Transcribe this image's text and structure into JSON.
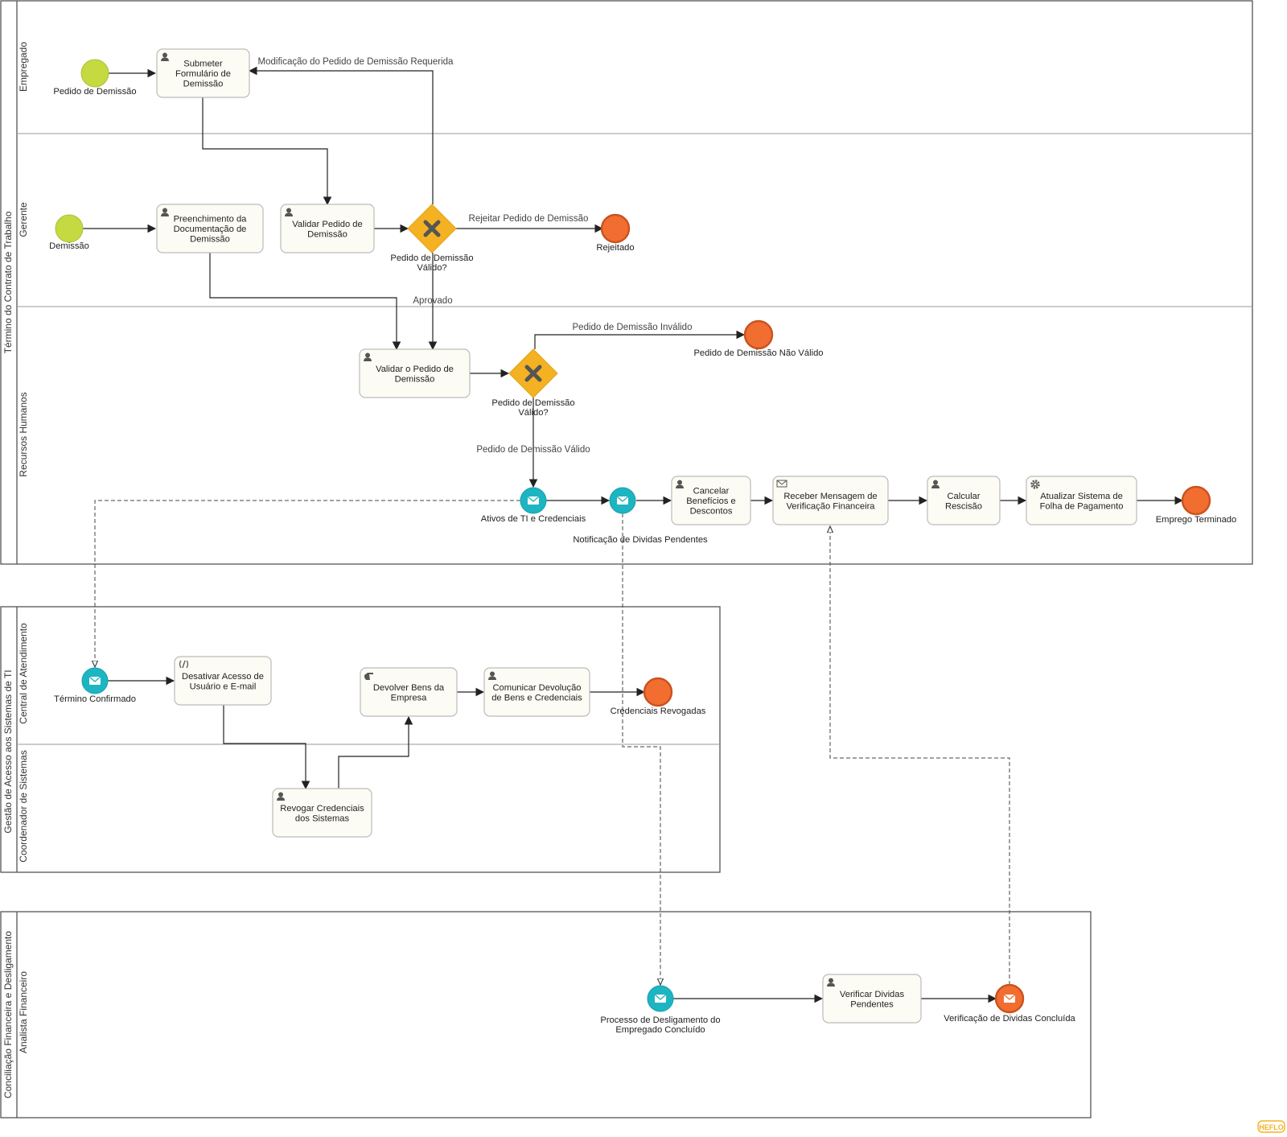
{
  "pools": {
    "termino": {
      "label": "Término do Contrato de Trabalho"
    },
    "gestao": {
      "label": "Gestão de Acesso aos Sistemas de TI"
    },
    "conciliacao": {
      "label": "Conciliação Financeira e Desligamento"
    }
  },
  "lanes": {
    "empregado": "Empregado",
    "gerente": "Gerente",
    "rh": "Recursos Humanos",
    "central": "Central de Atendimento",
    "coord": "Coordenador de Sistemas",
    "analista": "Analista Financeiro"
  },
  "events": {
    "pedido_demissao": {
      "label": [
        "Pedido de Demissão"
      ],
      "kind": "start"
    },
    "demissao": {
      "label": [
        "Demissão"
      ],
      "kind": "start"
    },
    "rejeitado": {
      "label": [
        "Rejeitado"
      ],
      "kind": "end"
    },
    "nao_valido": {
      "label": [
        "Pedido de Demissão Não Válido"
      ],
      "kind": "end"
    },
    "ativos_ti": {
      "label": [
        "Ativos de TI e Credenciais"
      ],
      "kind": "message-throw"
    },
    "notificacao": {
      "label": [
        "Notificação de Dividas Pendentes"
      ],
      "kind": "message-throw"
    },
    "emprego_terminado": {
      "label": [
        "Emprego Terminado"
      ],
      "kind": "end"
    },
    "termino_confirmado": {
      "label": [
        "Término Confirmado"
      ],
      "kind": "message-start"
    },
    "credenciais_revogadas": {
      "label": [
        "Credenciais Revogadas"
      ],
      "kind": "end"
    },
    "processo_concluido": {
      "label": [
        "Processo de Desligamento do",
        "Empregado Concluído"
      ],
      "kind": "message-start"
    },
    "verificacao_concluida": {
      "label": [
        "Verificação de Dividas Concluída"
      ],
      "kind": "message-end"
    }
  },
  "tasks": {
    "submeter": {
      "label": [
        "Submeter",
        "Formulário de",
        "Demissão"
      ],
      "icon": "user-icon"
    },
    "preenchimento": {
      "label": [
        "Preenchimento da",
        "Documentação de",
        "Demissão"
      ],
      "icon": "user-icon"
    },
    "validar_gerente": {
      "label": [
        "Validar Pedido de",
        "Demissão"
      ],
      "icon": "user-icon"
    },
    "validar_rh": {
      "label": [
        "Validar o Pedido de",
        "Demissão"
      ],
      "icon": "user-icon"
    },
    "cancelar": {
      "label": [
        "Cancelar",
        "Benefícios e",
        "Descontos"
      ],
      "icon": "user-icon"
    },
    "receber": {
      "label": [
        "Receber Mensagem de",
        "Verificação Financeira"
      ],
      "icon": "envelope-icon"
    },
    "calcular": {
      "label": [
        "Calcular",
        "Rescisão"
      ],
      "icon": "user-icon"
    },
    "atualizar": {
      "label": [
        "Atualizar Sistema de",
        "Folha de Pagamento"
      ],
      "icon": "gear-icon"
    },
    "desativar": {
      "label": [
        "Desativar Acesso de",
        "Usuário e E-mail"
      ],
      "icon": "script-icon"
    },
    "devolver": {
      "label": [
        "Devolver Bens da",
        "Empresa"
      ],
      "icon": "hand-icon"
    },
    "comunicar": {
      "label": [
        "Comunicar Devolução",
        "de Bens e Credenciais"
      ],
      "icon": "user-icon"
    },
    "revogar": {
      "label": [
        "Revogar Credenciais",
        "dos Sistemas"
      ],
      "icon": "user-icon"
    },
    "verificar": {
      "label": [
        "Verificar Dividas",
        "Pendentes"
      ],
      "icon": "user-icon"
    }
  },
  "gateways": {
    "gw_gerente": {
      "label": [
        "Pedido de Demissão",
        "Válido?"
      ]
    },
    "gw_rh": {
      "label": [
        "Pedido de Demissão",
        "Válido?"
      ]
    }
  },
  "flow_labels": {
    "modificacao": "Modificação do Pedido de Demissão Requerida",
    "rejeitar": "Rejeitar Pedido de Demissão",
    "aprovado": "Aprovado",
    "invalido": "Pedido de Demissão Inválido",
    "valido": "Pedido de Demissão Válido"
  },
  "logo": "HEFLO",
  "colors": {
    "start_event": "#c5d941",
    "end_event": "#f26d30",
    "message_event": "#1cb5c1",
    "gateway": "#f4b223",
    "task_fill": "#fdfcf4",
    "line": "#222222"
  }
}
